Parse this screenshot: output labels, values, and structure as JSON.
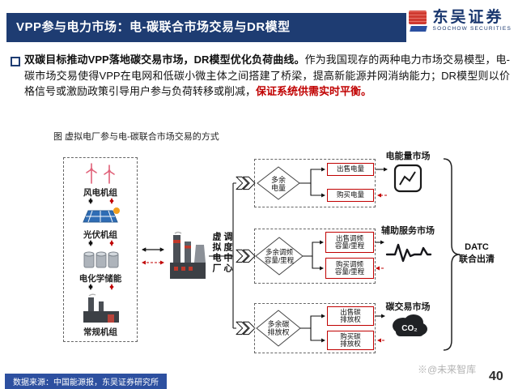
{
  "header": {
    "title": "VPP参与电力市场：电-碳联合市场交易与DR模型",
    "brand_name": "东吴证券",
    "brand_sub": "SOOCHOW SECURITIES"
  },
  "summary": {
    "lead_bold": "双碳目标推动VPP落地碳交易市场，DR模型优化负荷曲线。",
    "body": "作为我国现存的两种电力市场交易模型，电-碳市场交易使得VPP在电网和低碳小微主体之间搭建了桥梁，提高新能源并网消纳能力；DR模型则以价格信号或激励政策引导用户参与负荷转移或削减，",
    "highlight_red": "保证系统供需实时平衡。"
  },
  "figure": {
    "caption": "图  虚拟电厂参与电-碳联合市场交易的方式",
    "resources": [
      {
        "label": "风电机组",
        "icon": "wind-turbine-icon"
      },
      {
        "label": "光伏机组",
        "icon": "solar-panel-icon"
      },
      {
        "label": "电化学储能",
        "icon": "battery-storage-icon"
      },
      {
        "label": "常规机组",
        "icon": "thermal-plant-icon"
      }
    ],
    "vpp_center_label": "虚拟电厂调度中心",
    "rows": [
      {
        "decision": "多余\n电量",
        "sell": "出售电量",
        "buy": "购买电量",
        "market": "电能量市场"
      },
      {
        "decision": "多余调频\n容量/里程",
        "sell": "出售调频\n容量/里程",
        "buy": "购买调频\n容量/里程",
        "market": "辅助服务市场"
      },
      {
        "decision": "多余碳\n排放权",
        "sell": "出售碳\n排放权",
        "buy": "购买碳\n排放权",
        "market": "碳交易市场"
      }
    ],
    "co2_label": "CO₂",
    "clearing_label": "DATC\n联合出清"
  },
  "footer": {
    "source": "数据来源：中国能源报，东吴证券研究所",
    "watermark": "※@未来智库",
    "page_number": "40"
  },
  "colors": {
    "header_bg": "#1e3c72",
    "accent_red": "#c00000",
    "brand_blue": "#17356d",
    "brand_red": "#cf3930"
  }
}
